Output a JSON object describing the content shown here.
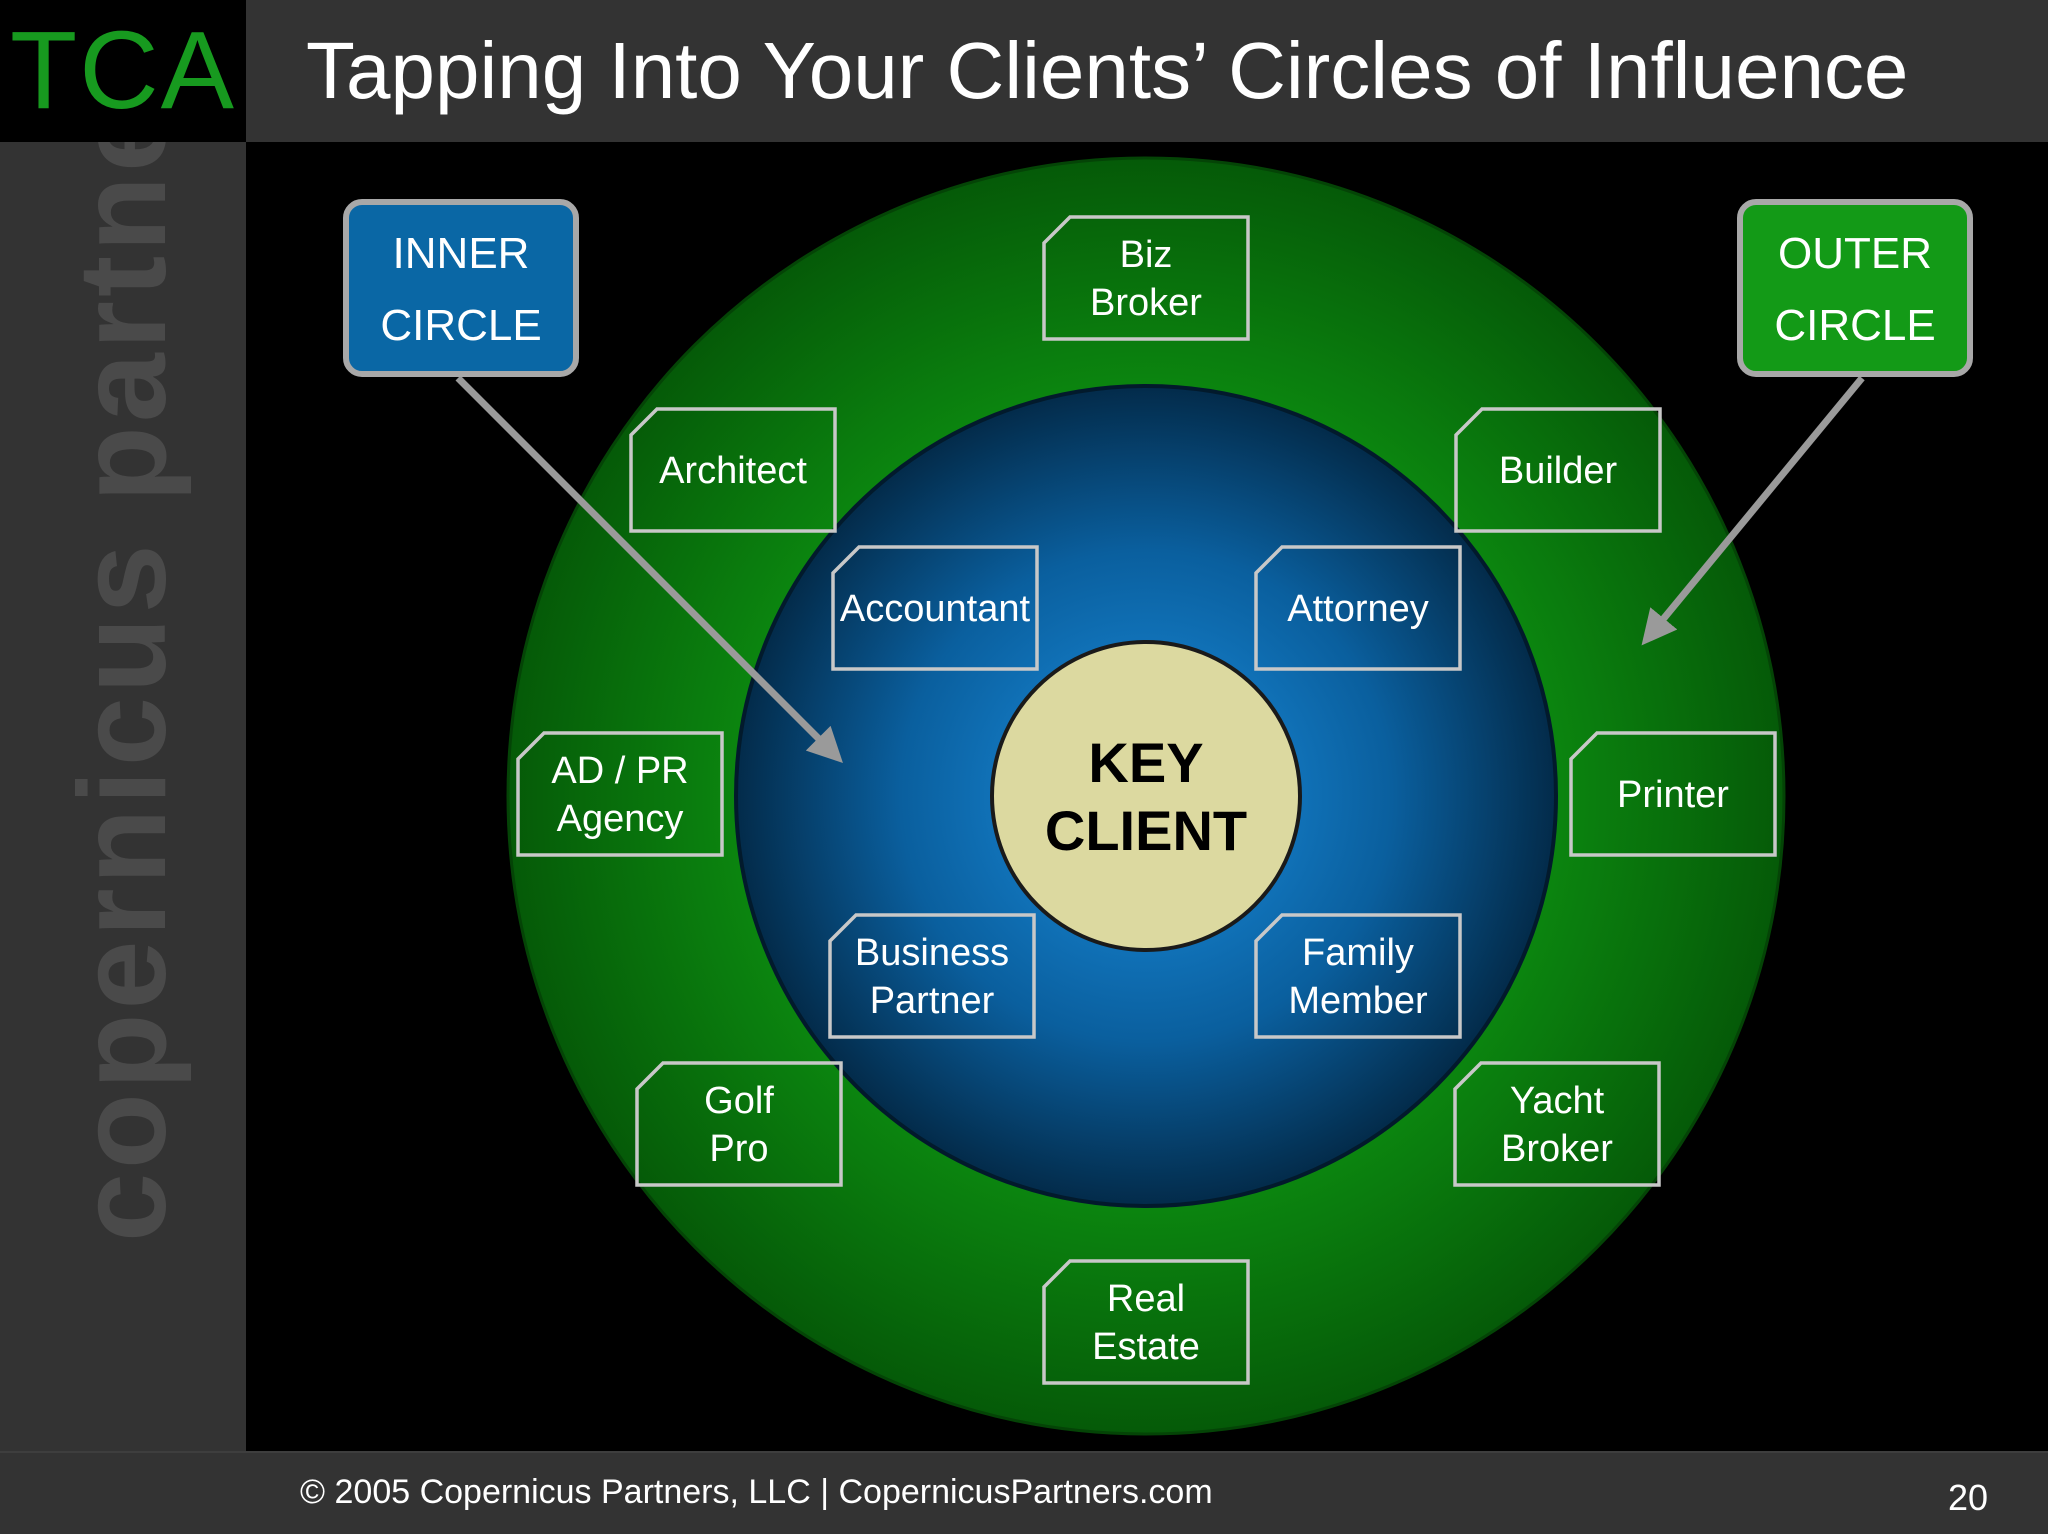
{
  "header": {
    "logo": "TCA",
    "title": "Tapping Into Your Clients’ Circles of Influence"
  },
  "sidebar": {
    "brand": "copernicus partners"
  },
  "legend": {
    "inner": {
      "line1": "INNER",
      "line2": "CIRCLE"
    },
    "outer": {
      "line1": "OUTER",
      "line2": "CIRCLE"
    }
  },
  "center": {
    "line1": "KEY",
    "line2": "CLIENT"
  },
  "inner_nodes": [
    {
      "lines": [
        "Accountant"
      ]
    },
    {
      "lines": [
        "Attorney"
      ]
    },
    {
      "lines": [
        "Business",
        "Partner"
      ]
    },
    {
      "lines": [
        "Family",
        "Member"
      ]
    }
  ],
  "outer_nodes": [
    {
      "lines": [
        "Biz",
        "Broker"
      ]
    },
    {
      "lines": [
        "Architect"
      ]
    },
    {
      "lines": [
        "Builder"
      ]
    },
    {
      "lines": [
        "AD / PR",
        "Agency"
      ]
    },
    {
      "lines": [
        "Printer"
      ]
    },
    {
      "lines": [
        "Golf",
        "Pro"
      ]
    },
    {
      "lines": [
        "Yacht",
        "Broker"
      ]
    },
    {
      "lines": [
        "Real",
        "Estate"
      ]
    }
  ],
  "footer": {
    "copyright": "© 2005 Copernicus Partners, LLC | CopernicusPartners.com",
    "page_number": "20"
  },
  "colors": {
    "outer_ring": "#0f8a12",
    "inner_ring": "#0a5f9e",
    "key_client": "#dcd9a0",
    "inner_legend": "#0a67a5",
    "outer_legend": "#139a17",
    "logo": "#179a1f"
  }
}
